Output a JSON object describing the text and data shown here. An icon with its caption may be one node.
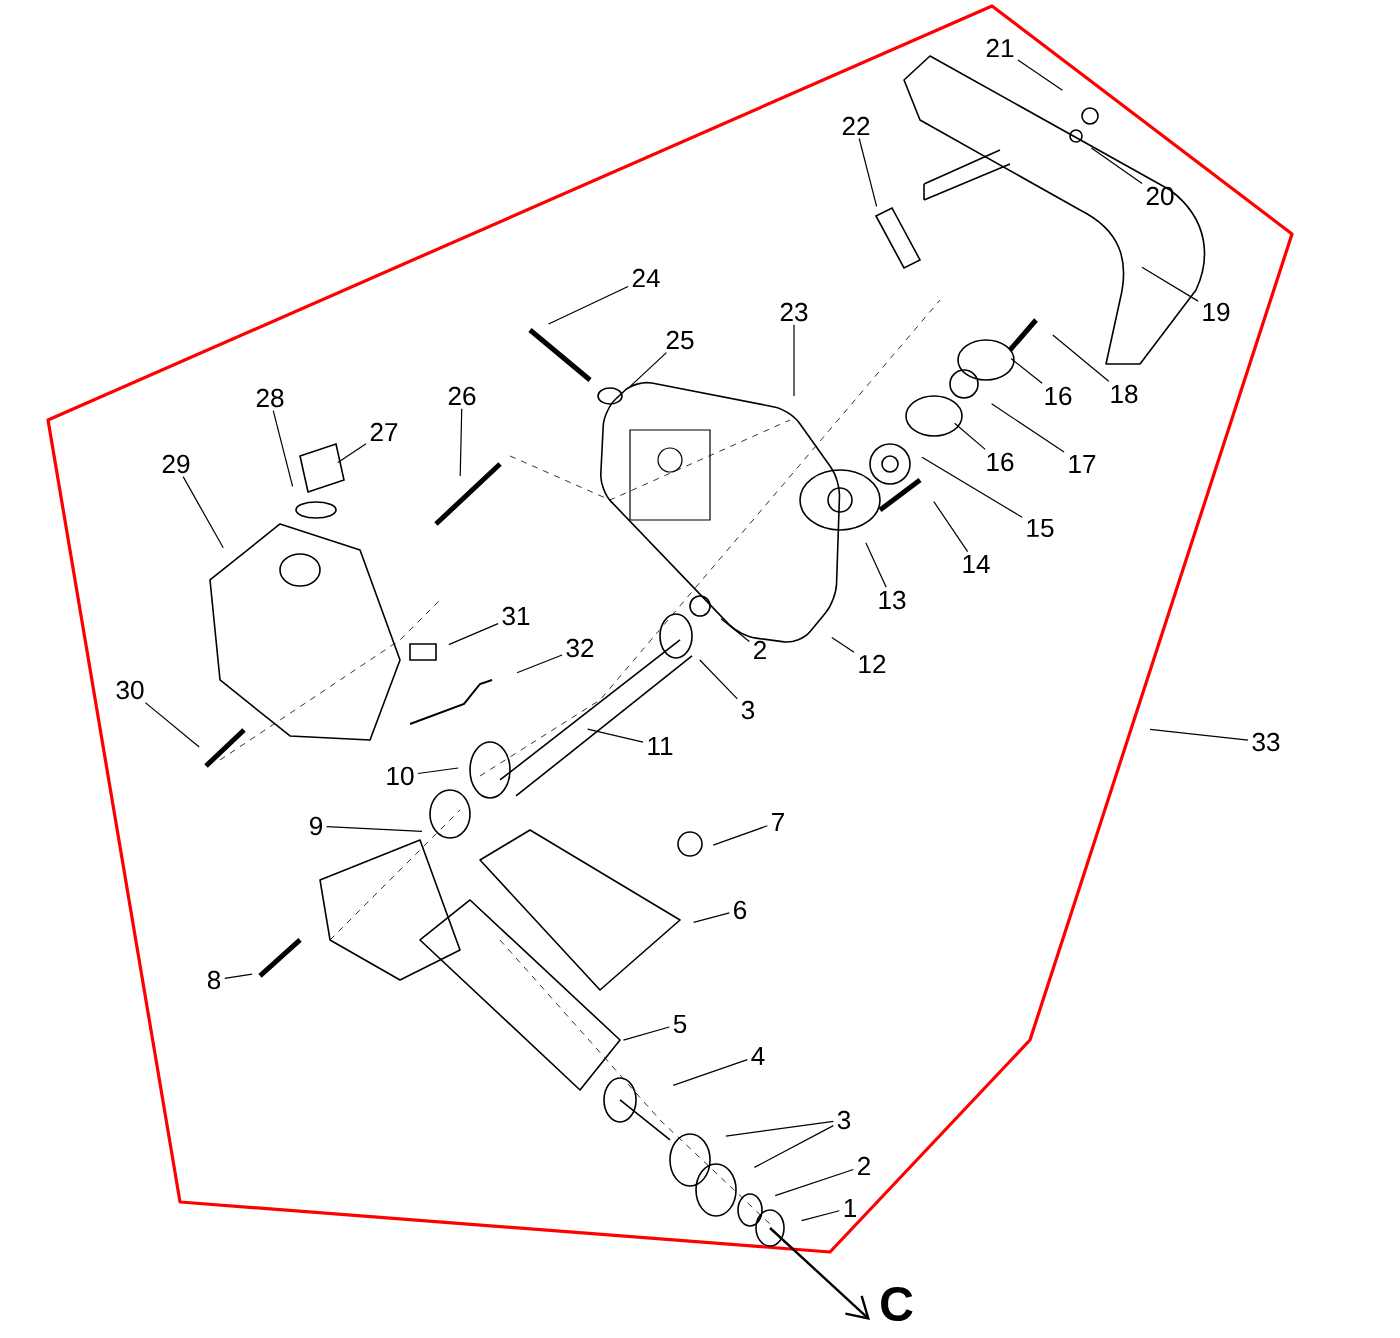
{
  "diagram": {
    "nodes": [
      {
        "text": [
          "21"
        ]
      },
      {
        "text": [
          "22"
        ]
      },
      {
        "text": [
          "20"
        ]
      },
      {
        "text": [
          "24"
        ]
      },
      {
        "text": [
          "23"
        ]
      },
      {
        "text": [
          "19"
        ]
      },
      {
        "text": [
          "25"
        ]
      },
      {
        "text": [
          "18"
        ]
      },
      {
        "text": [
          "16"
        ]
      },
      {
        "text": [
          "28"
        ]
      },
      {
        "text": [
          "26"
        ]
      },
      {
        "text": [
          "27"
        ]
      },
      {
        "text": [
          "16"
        ]
      },
      {
        "text": [
          "17"
        ]
      },
      {
        "text": [
          "29"
        ]
      },
      {
        "text": [
          "15"
        ]
      },
      {
        "text": [
          "14"
        ]
      },
      {
        "text": [
          "13"
        ]
      },
      {
        "text": [
          "31"
        ]
      },
      {
        "text": [
          "32"
        ]
      },
      {
        "text": [
          "2"
        ]
      },
      {
        "text": [
          "12"
        ]
      },
      {
        "text": [
          "30"
        ]
      },
      {
        "text": [
          "3"
        ]
      },
      {
        "text": [
          "33"
        ]
      },
      {
        "text": [
          "11"
        ]
      },
      {
        "text": [
          "10"
        ]
      },
      {
        "text": [
          "7"
        ]
      },
      {
        "text": [
          "9"
        ]
      },
      {
        "text": [
          "6"
        ]
      },
      {
        "text": [
          "8"
        ]
      },
      {
        "text": [
          "5"
        ]
      },
      {
        "text": [
          "4"
        ]
      },
      {
        "text": [
          "3"
        ]
      },
      {
        "text": [
          "2"
        ]
      },
      {
        "text": [
          "1"
        ]
      }
    ],
    "edges": [
      {
        "from": 0,
        "to": null,
        "arrow": "none"
      },
      {
        "from": 1,
        "to": null,
        "arrow": "none"
      },
      {
        "from": 2,
        "to": null,
        "arrow": "none"
      },
      {
        "from": 3,
        "to": null,
        "arrow": "none"
      },
      {
        "from": 4,
        "to": null,
        "arrow": "none"
      },
      {
        "from": 5,
        "to": null,
        "arrow": "none"
      },
      {
        "from": 6,
        "to": null,
        "arrow": "none"
      },
      {
        "from": 7,
        "to": null,
        "arrow": "none"
      },
      {
        "from": 8,
        "to": null,
        "arrow": "none"
      },
      {
        "from": 9,
        "to": null,
        "arrow": "none"
      },
      {
        "from": 10,
        "to": null,
        "arrow": "none"
      },
      {
        "from": 11,
        "to": null,
        "arrow": "none"
      },
      {
        "from": 12,
        "to": null,
        "arrow": "none"
      },
      {
        "from": 13,
        "to": null,
        "arrow": "none"
      },
      {
        "from": 14,
        "to": null,
        "arrow": "none"
      },
      {
        "from": 15,
        "to": null,
        "arrow": "none"
      },
      {
        "from": 16,
        "to": null,
        "arrow": "none"
      },
      {
        "from": 17,
        "to": null,
        "arrow": "none"
      },
      {
        "from": 18,
        "to": null,
        "arrow": "none"
      },
      {
        "from": 19,
        "to": null,
        "arrow": "none"
      },
      {
        "from": 20,
        "to": null,
        "arrow": "none"
      },
      {
        "from": 21,
        "to": null,
        "arrow": "none"
      },
      {
        "from": 22,
        "to": null,
        "arrow": "none"
      },
      {
        "from": 23,
        "to": null,
        "arrow": "none"
      },
      {
        "from": 24,
        "to": null,
        "arrow": "none"
      },
      {
        "from": 25,
        "to": null,
        "arrow": "none"
      },
      {
        "from": 26,
        "to": null,
        "arrow": "none"
      },
      {
        "from": 27,
        "to": null,
        "arrow": "none"
      },
      {
        "from": 28,
        "to": null,
        "arrow": "none"
      },
      {
        "from": 29,
        "to": null,
        "arrow": "none"
      },
      {
        "from": 30,
        "to": null,
        "arrow": "none"
      },
      {
        "from": 31,
        "to": null,
        "arrow": "none"
      },
      {
        "from": 32,
        "to": null,
        "arrow": "none"
      },
      {
        "from": 33,
        "to": null,
        "arrow": "none"
      },
      {
        "from": 33,
        "to": null,
        "arrow": "none"
      },
      {
        "from": 34,
        "to": null,
        "arrow": "none"
      },
      {
        "from": 35,
        "to": null,
        "arrow": "none"
      }
    ],
    "labels": [
      "C"
    ]
  }
}
